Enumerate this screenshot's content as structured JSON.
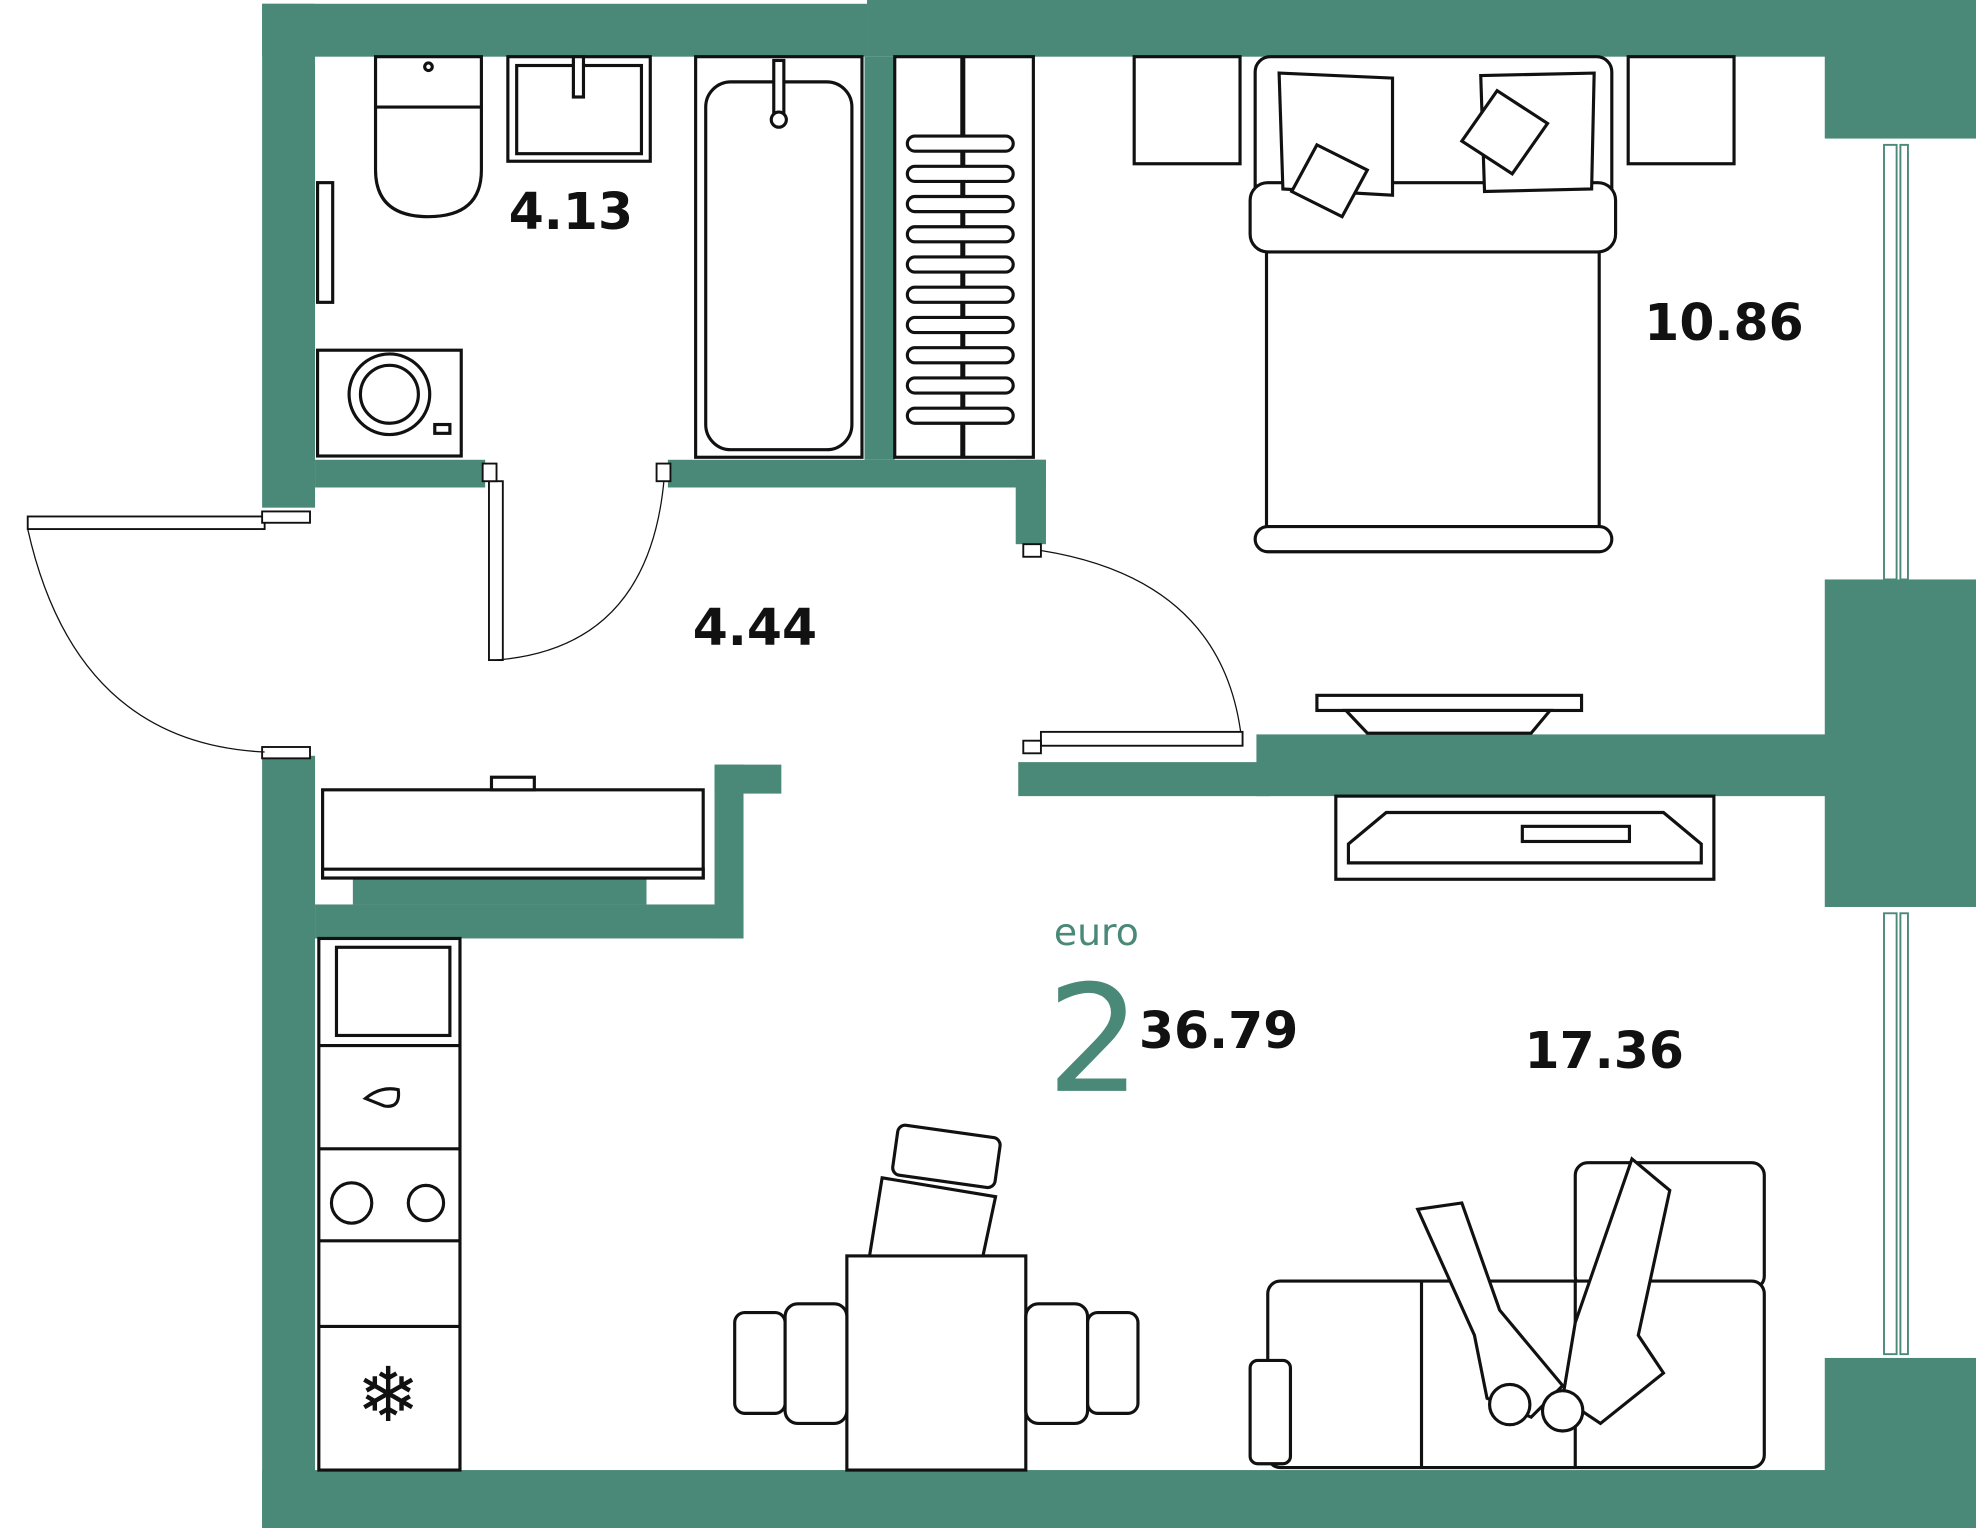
{
  "plan": {
    "type_label": "euro",
    "rooms_count": "2",
    "total_area": "36.79",
    "wall_color": "#4a8878"
  },
  "rooms": [
    {
      "name": "bathroom",
      "area": "4.13"
    },
    {
      "name": "bedroom",
      "area": "10.86"
    },
    {
      "name": "hallway",
      "area": "4.44"
    },
    {
      "name": "living-kitchen",
      "area": "17.36"
    }
  ]
}
